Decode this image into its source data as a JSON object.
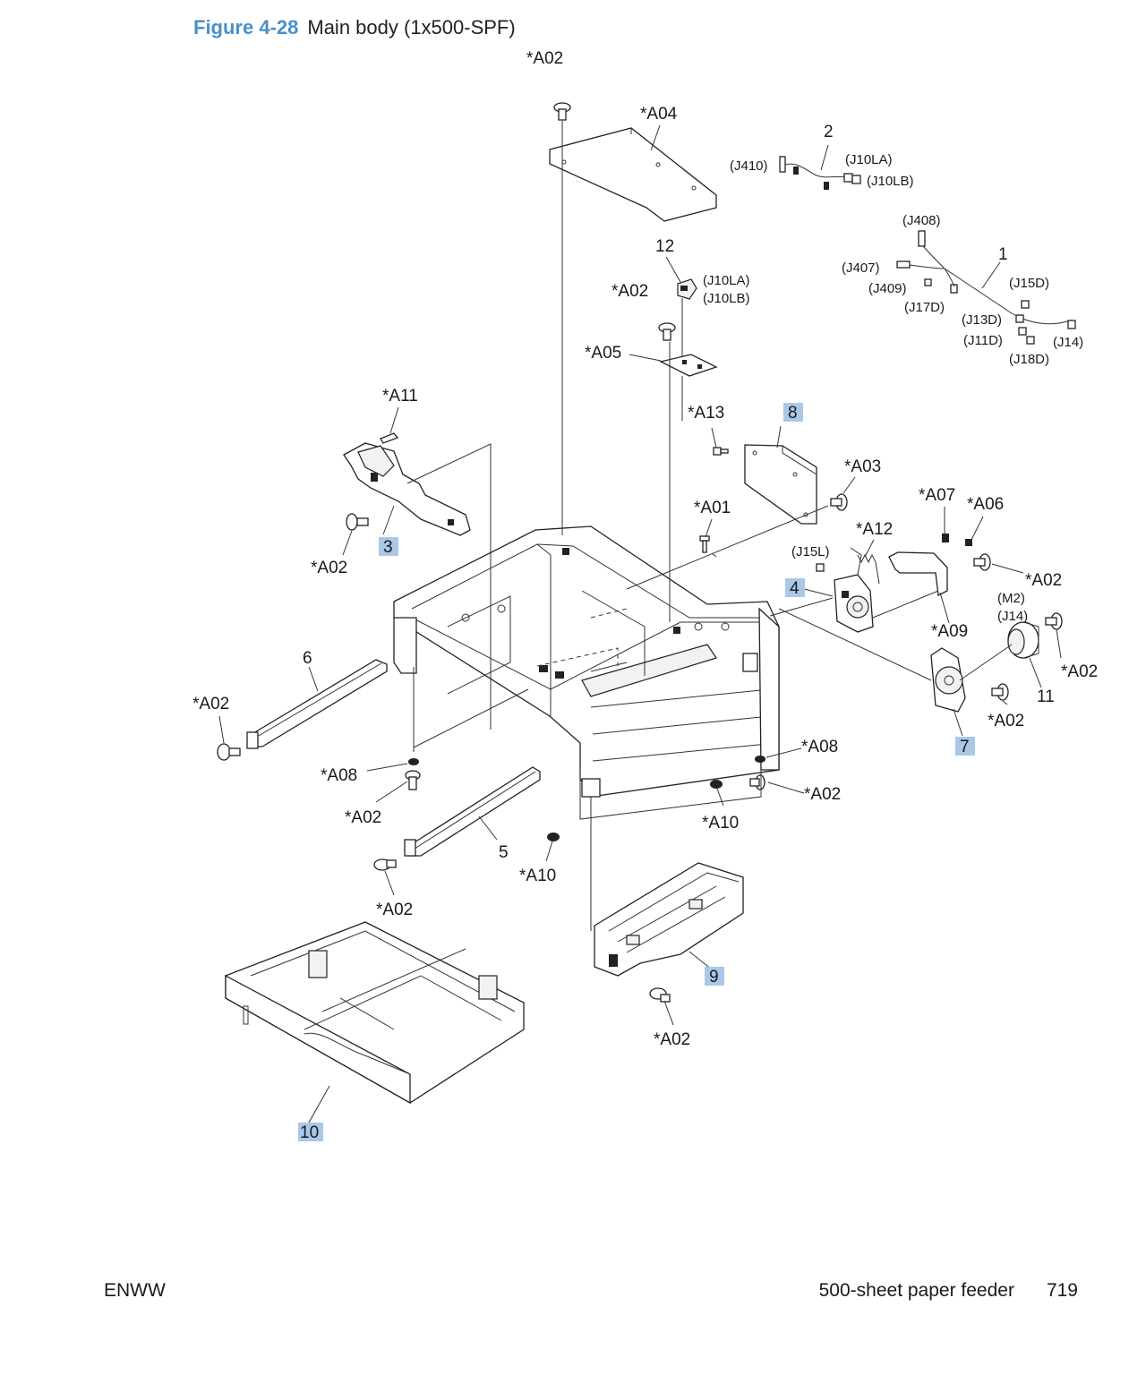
{
  "figure": {
    "number": "Figure 4-28",
    "title": "Main body (1x500-SPF)"
  },
  "callouts": {
    "a02": "*A02",
    "a04": "*A04",
    "a05": "*A05",
    "a11": "*A11",
    "a13": "*A13",
    "a03": "*A03",
    "a01": "*A01",
    "a07": "*A07",
    "a06": "*A06",
    "a12": "*A12",
    "a09": "*A09",
    "a08": "*A08",
    "a10": "*A10",
    "n1": "1",
    "n2": "2",
    "n3": "3",
    "n4": "4",
    "n5": "5",
    "n6": "6",
    "n7": "7",
    "n8": "8",
    "n9": "9",
    "n10": "10",
    "n11": "11",
    "n12": "12"
  },
  "connectors": {
    "j410": "(J410)",
    "j10la": "(J10LA)",
    "j10lb": "(J10LB)",
    "j408": "(J408)",
    "j407": "(J407)",
    "j409": "(J409)",
    "j17d": "(J17D)",
    "j15d": "(J15D)",
    "j13d": "(J13D)",
    "j11d": "(J11D)",
    "j14": "(J14)",
    "j18d": "(J18D)",
    "j15l": "(J15L)",
    "m2": "(M2)"
  },
  "footer": {
    "left": "ENWW",
    "section": "500-sheet paper feeder",
    "page": "719"
  },
  "colors": {
    "figure_number": "#4a90c8",
    "highlight": "#a9c8e8"
  }
}
